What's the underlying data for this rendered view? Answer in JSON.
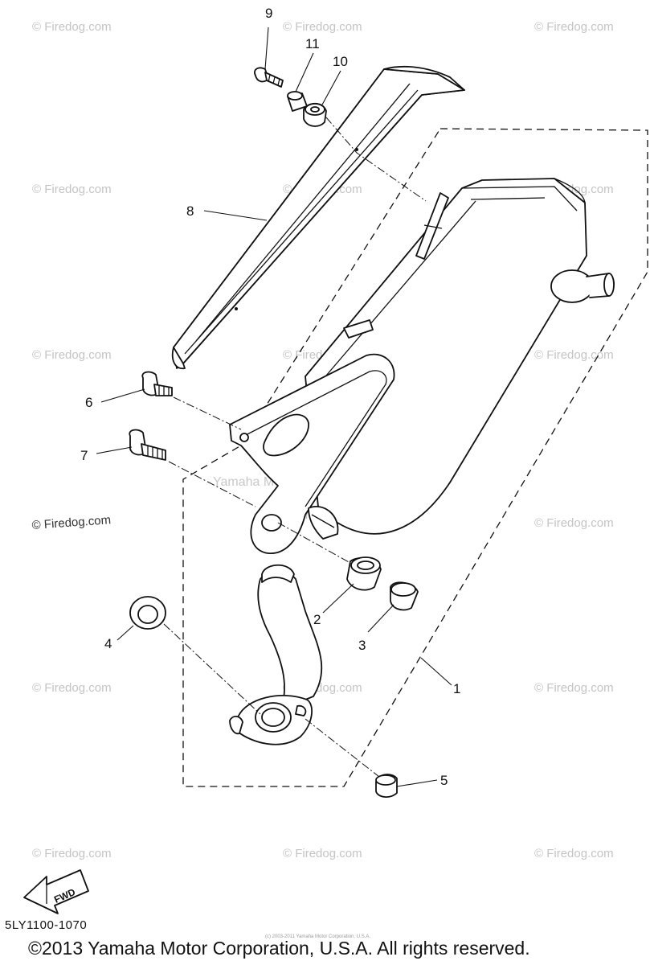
{
  "watermark": {
    "text": "© Firedog.com",
    "strong_text": "© Firedog.com",
    "center_text": "Yamaha Motor Corp. U.S.A."
  },
  "callouts": {
    "c1": "1",
    "c2": "2",
    "c3": "3",
    "c4": "4",
    "c5": "5",
    "c6": "6",
    "c7": "7",
    "c8": "8",
    "c9": "9",
    "c10": "10",
    "c11": "11"
  },
  "fwd_label": "FWD",
  "footer": {
    "diagram_code": "5LY1100-1070",
    "copyright": "©2013 Yamaha Motor Corporation, U.S.A. All rights reserved.",
    "tiny_copyright": "(c) 2003-2011 Yamaha Motor Corporation, U.S.A."
  }
}
